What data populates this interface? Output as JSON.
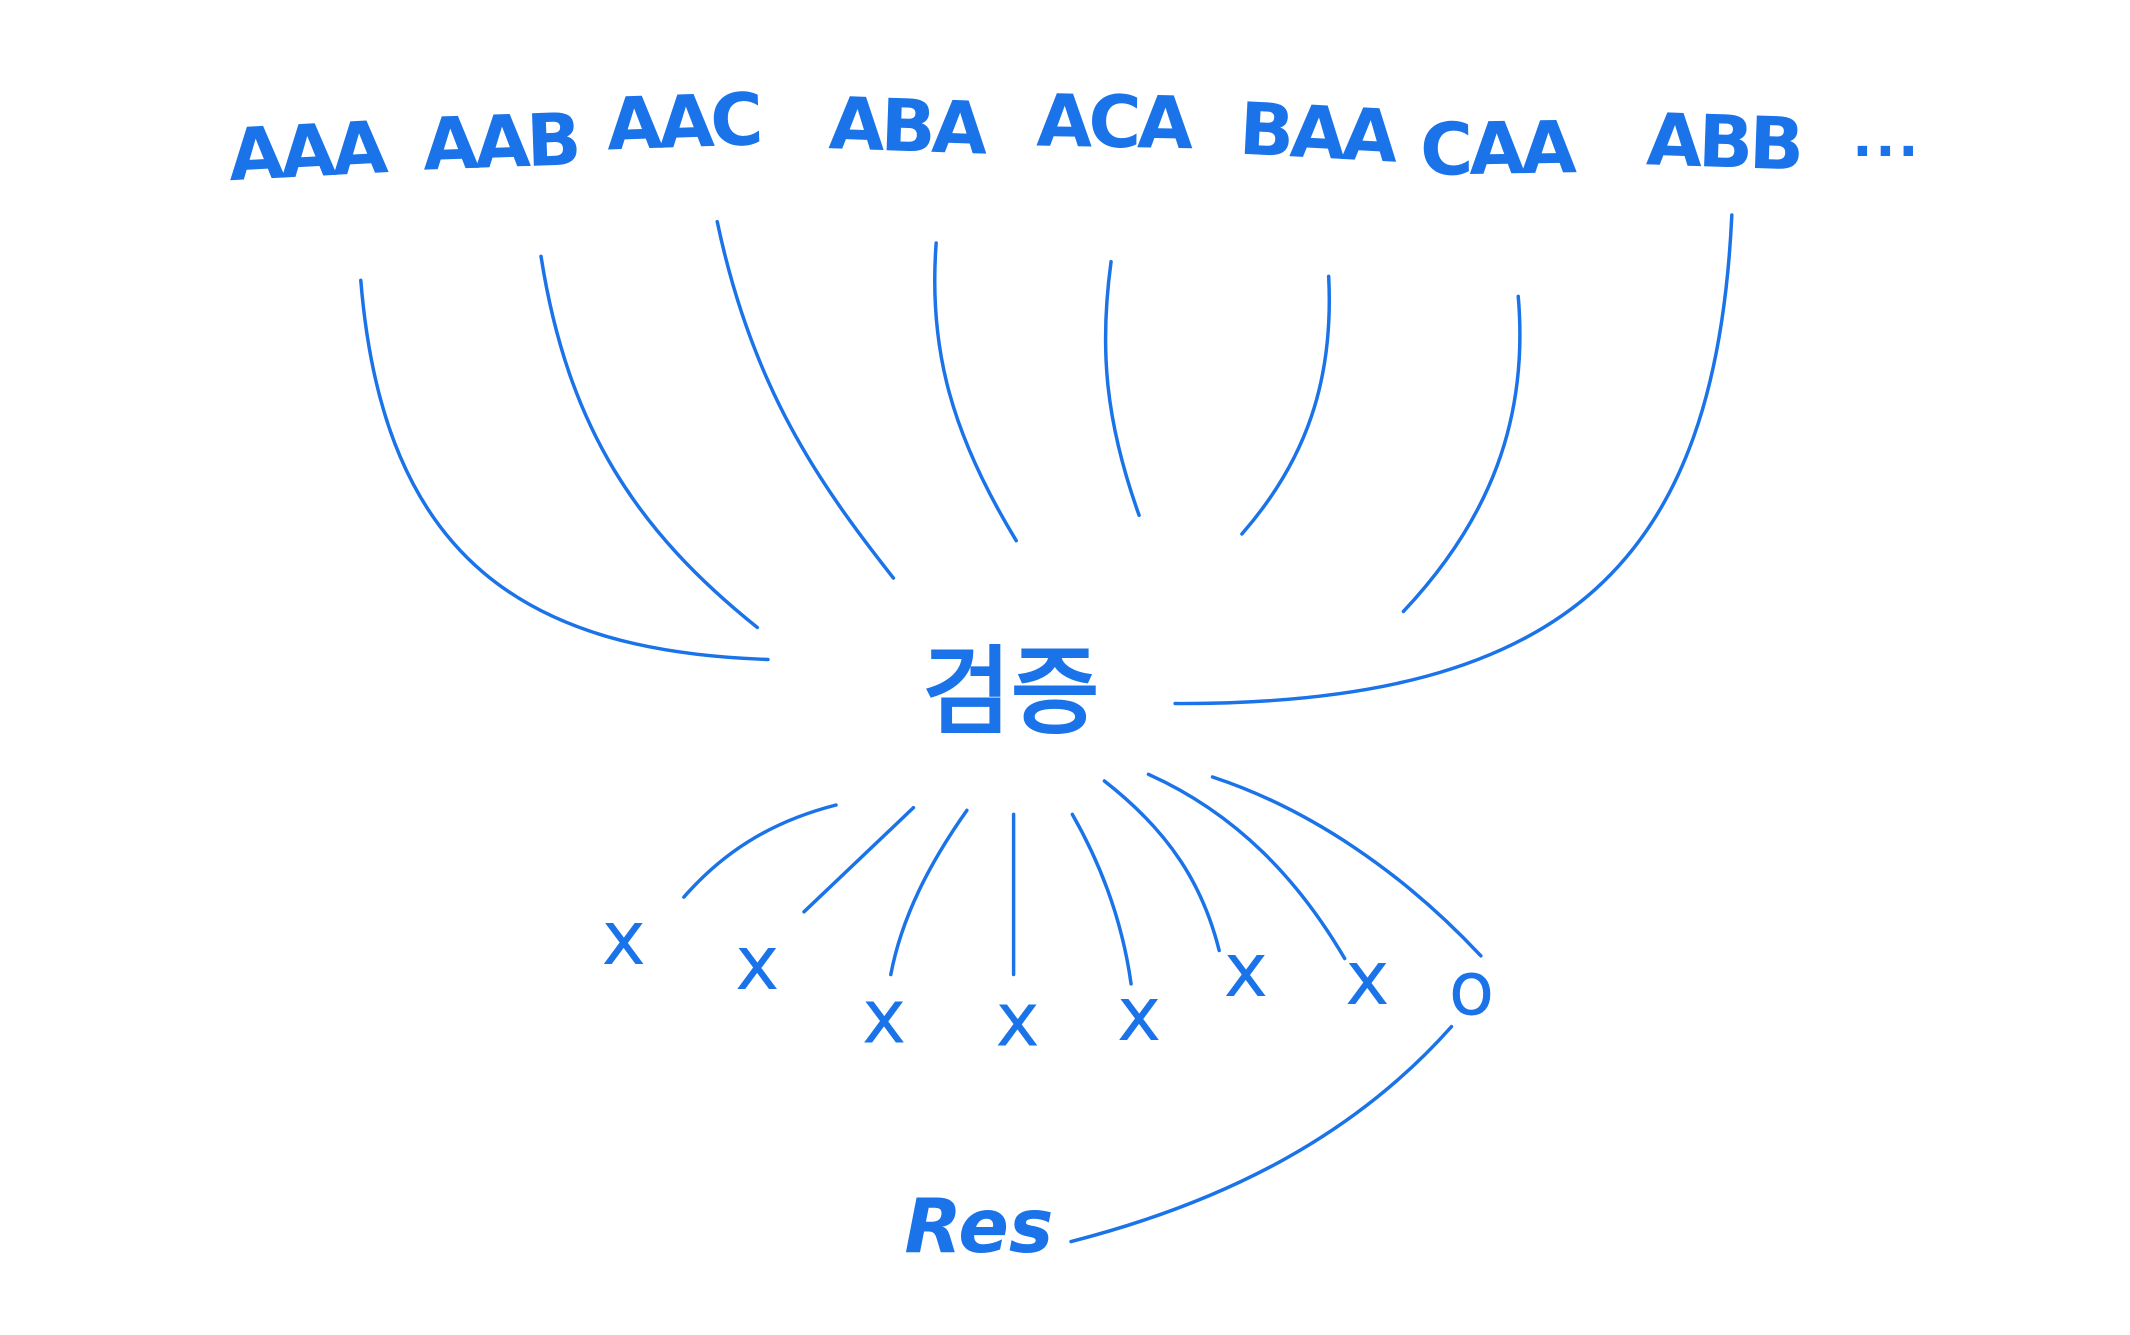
{
  "colors": {
    "ink": "#1a73e8",
    "background": "#ffffff"
  },
  "top_labels": [
    "AAA",
    "AAB",
    "AAC",
    "ABA",
    "ACA",
    "BAA",
    "CAA",
    "ABB"
  ],
  "ellipsis": "...",
  "center_label": "검증",
  "result_marks": [
    "x",
    "x",
    "x",
    "x",
    "x",
    "x",
    "x",
    "o"
  ],
  "output_label": "Res"
}
